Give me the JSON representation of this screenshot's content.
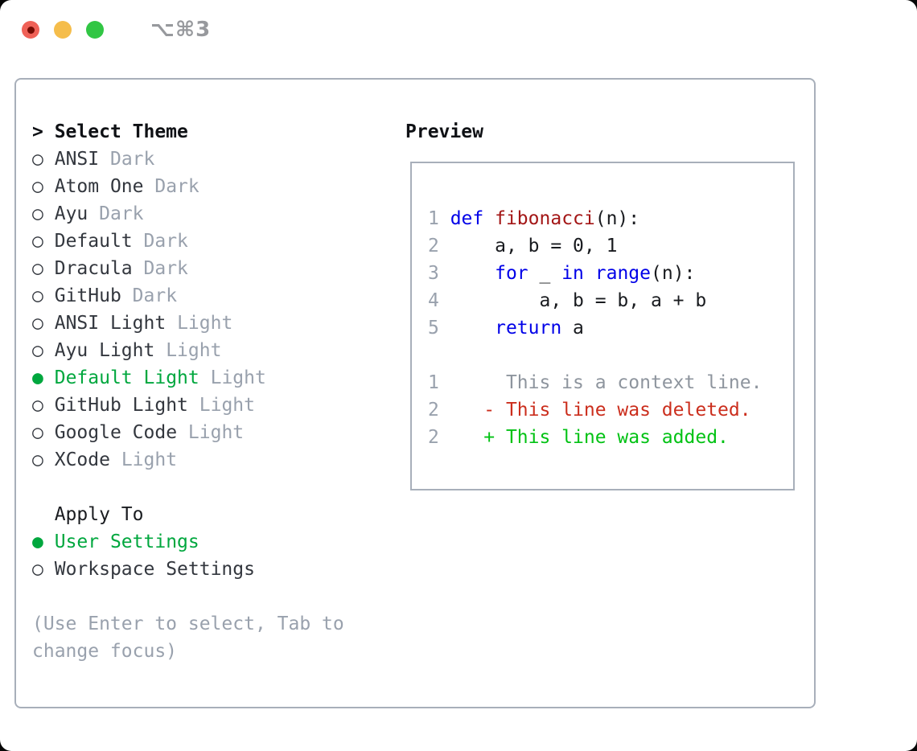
{
  "titlebar": {
    "shortcut": "⌥⌘3"
  },
  "colors": {
    "accent_green": "#00a73e",
    "keyword_blue": "#0000e8",
    "function_red": "#a31616",
    "deleted_red": "#cb2e1d",
    "added_green": "#02c214",
    "muted_gray": "#99a1ad",
    "border_gray": "#a8afba",
    "traffic_close": "#ef6157",
    "traffic_minimize": "#f5bd4b",
    "traffic_zoom": "#31c644"
  },
  "theme_selector": {
    "cursor": ">",
    "title": "Select Theme",
    "radio_selected": "●",
    "radio_unselected": "○",
    "items": [
      {
        "name": "ANSI",
        "variant": "Dark",
        "selected": false
      },
      {
        "name": "Atom One",
        "variant": "Dark",
        "selected": false
      },
      {
        "name": "Ayu",
        "variant": "Dark",
        "selected": false
      },
      {
        "name": "Default",
        "variant": "Dark",
        "selected": false
      },
      {
        "name": "Dracula",
        "variant": "Dark",
        "selected": false
      },
      {
        "name": "GitHub",
        "variant": "Dark",
        "selected": false
      },
      {
        "name": "ANSI Light",
        "variant": "Light",
        "selected": false
      },
      {
        "name": "Ayu Light",
        "variant": "Light",
        "selected": false
      },
      {
        "name": "Default Light",
        "variant": "Light",
        "selected": true
      },
      {
        "name": "GitHub Light",
        "variant": "Light",
        "selected": false
      },
      {
        "name": "Google Code",
        "variant": "Light",
        "selected": false
      },
      {
        "name": "XCode",
        "variant": "Light",
        "selected": false
      }
    ],
    "apply_to": {
      "title": "Apply To",
      "options": [
        {
          "name": "User Settings",
          "selected": true
        },
        {
          "name": "Workspace Settings",
          "selected": false
        }
      ]
    },
    "help_lines": [
      "(Use Enter to select, Tab to",
      "change focus)"
    ]
  },
  "preview": {
    "title": "Preview",
    "lines": [
      {
        "num": "1",
        "tokens": [
          {
            "t": "def",
            "c": "kw"
          },
          {
            "t": " ",
            "c": "pl"
          },
          {
            "t": "fibonacci",
            "c": "fn"
          },
          {
            "t": "(n):",
            "c": "pl"
          }
        ]
      },
      {
        "num": "2",
        "tokens": [
          {
            "t": "    a, b = 0, 1",
            "c": "pl"
          }
        ]
      },
      {
        "num": "3",
        "tokens": [
          {
            "t": "    ",
            "c": "pl"
          },
          {
            "t": "for",
            "c": "kw"
          },
          {
            "t": " _ ",
            "c": "pl"
          },
          {
            "t": "in",
            "c": "kw"
          },
          {
            "t": " ",
            "c": "pl"
          },
          {
            "t": "range",
            "c": "kw"
          },
          {
            "t": "(n):",
            "c": "pl"
          }
        ]
      },
      {
        "num": "4",
        "tokens": [
          {
            "t": "        a, b = b, a + b",
            "c": "pl"
          }
        ]
      },
      {
        "num": "5",
        "tokens": [
          {
            "t": "    ",
            "c": "pl"
          },
          {
            "t": "return",
            "c": "kw"
          },
          {
            "t": " a",
            "c": "pl"
          }
        ]
      },
      {
        "num": "",
        "tokens": []
      },
      {
        "num": "1",
        "tokens": [
          {
            "t": "     This is a context line.",
            "c": "ctx"
          }
        ]
      },
      {
        "num": "2",
        "tokens": [
          {
            "t": "   - This line was deleted.",
            "c": "del"
          }
        ]
      },
      {
        "num": "2",
        "tokens": [
          {
            "t": "   + This line was added.",
            "c": "add"
          }
        ]
      }
    ]
  }
}
